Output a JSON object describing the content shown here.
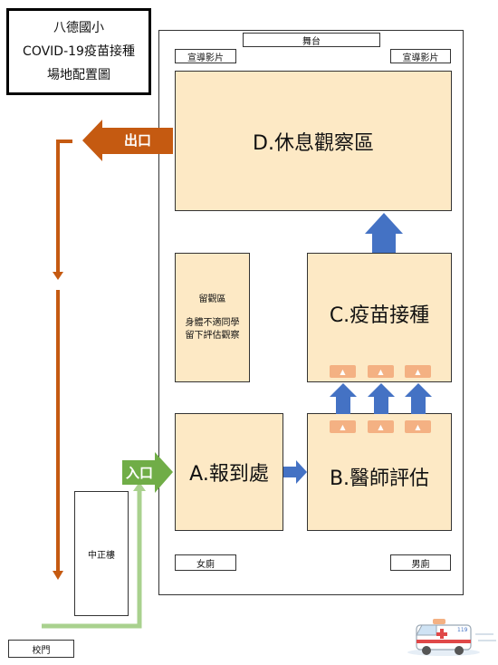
{
  "title": {
    "line1": "八德國小",
    "line2": "COVID-19疫苗接種",
    "line3": "場地配置圖"
  },
  "stage": "舞台",
  "promo_screen_left": "宣導影片",
  "promo_screen_right": "宣導影片",
  "zones": {
    "rest": "D.休息觀察區",
    "vaccination": "C.疫苗接種",
    "doctor": "B.醫師評估",
    "checkin": "A.報到處",
    "observation_title": "留觀區",
    "observation_note_line1": "身體不適同學",
    "observation_note_line2": "留下評估觀察"
  },
  "restroom_female": "女廁",
  "restroom_male": "男廁",
  "building": "中正樓",
  "gate": "校門",
  "exit_label": "出口",
  "entrance_label": "入口",
  "desk_icon": "person-desk-icon",
  "ambulance_icon": "ambulance-icon",
  "ambulance_number": "119",
  "colors": {
    "zone_fill": "#fde9c5",
    "exit_arrow": "#c55a11",
    "entrance_arrow": "#70ad47",
    "entrance_path": "#a9d18e",
    "flow_arrow": "#4472c4",
    "desk": "#f4b183"
  }
}
